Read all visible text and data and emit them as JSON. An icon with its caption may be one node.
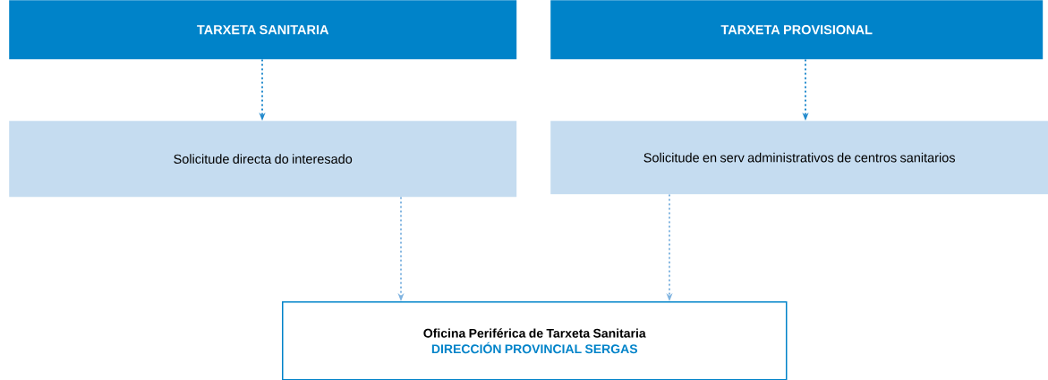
{
  "diagram": {
    "nodes": [
      {
        "text": [
          "TARXETA SANITARIA"
        ]
      },
      {
        "text": [
          "TARXETA PROVISIONAL"
        ]
      },
      {
        "text": [
          "Solicitude directa do interesado"
        ]
      },
      {
        "text": [
          "Solicitude en serv administrativos de centros sanitarios"
        ]
      },
      {
        "text": [
          "Oficina Periférica de Tarxeta Sanitaria",
          "DIRECCIÓN PROVINCIAL SERGAS"
        ]
      }
    ],
    "edges": [
      {
        "from": 0,
        "to": 2,
        "arrow": "to",
        "color": "#1e88cc"
      },
      {
        "from": 1,
        "to": 3,
        "arrow": "to",
        "color": "#1e88cc"
      },
      {
        "from": 2,
        "to": 4,
        "arrow": "to",
        "color": "#7fb3e0"
      },
      {
        "from": 3,
        "to": 4,
        "arrow": "to",
        "color": "#7fb3e0"
      }
    ]
  }
}
